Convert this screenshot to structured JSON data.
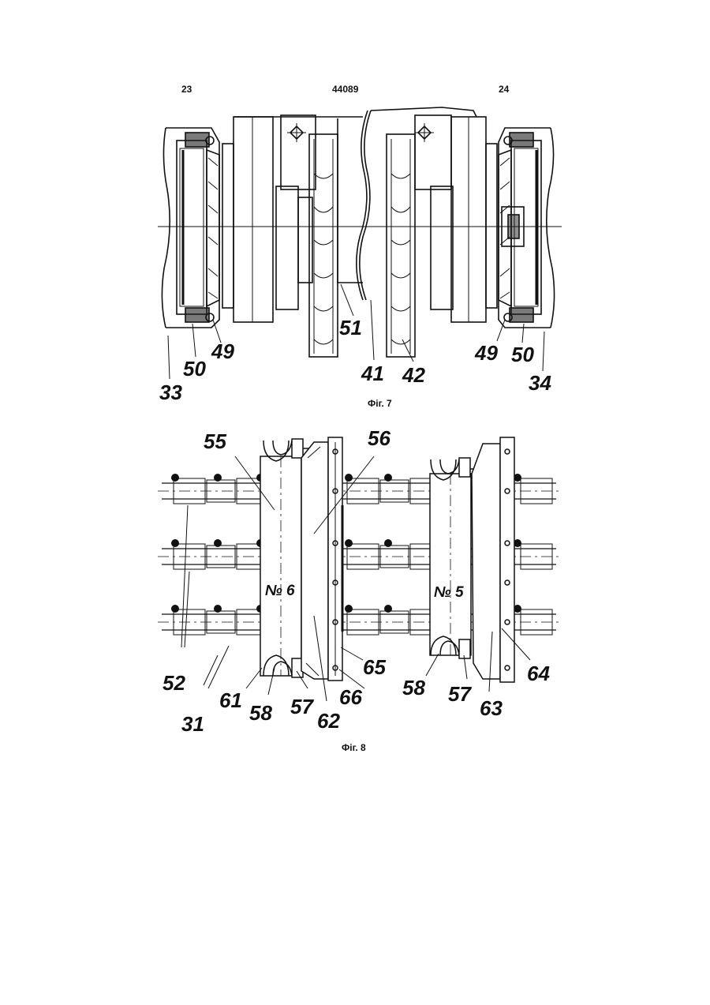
{
  "header": {
    "left_page": "23",
    "patent_number": "44089",
    "right_page": "24"
  },
  "figure7": {
    "caption": "Фіг. 7",
    "labels": [
      "33",
      "50",
      "49",
      "51",
      "41",
      "42",
      "49",
      "50",
      "34"
    ]
  },
  "figure8": {
    "caption": "Фіг. 8",
    "labels": [
      "55",
      "56",
      "52",
      "31",
      "61",
      "58",
      "57",
      "62",
      "65",
      "66",
      "58",
      "57",
      "63",
      "64"
    ],
    "plates": [
      "№ 6",
      "№ 5"
    ]
  }
}
